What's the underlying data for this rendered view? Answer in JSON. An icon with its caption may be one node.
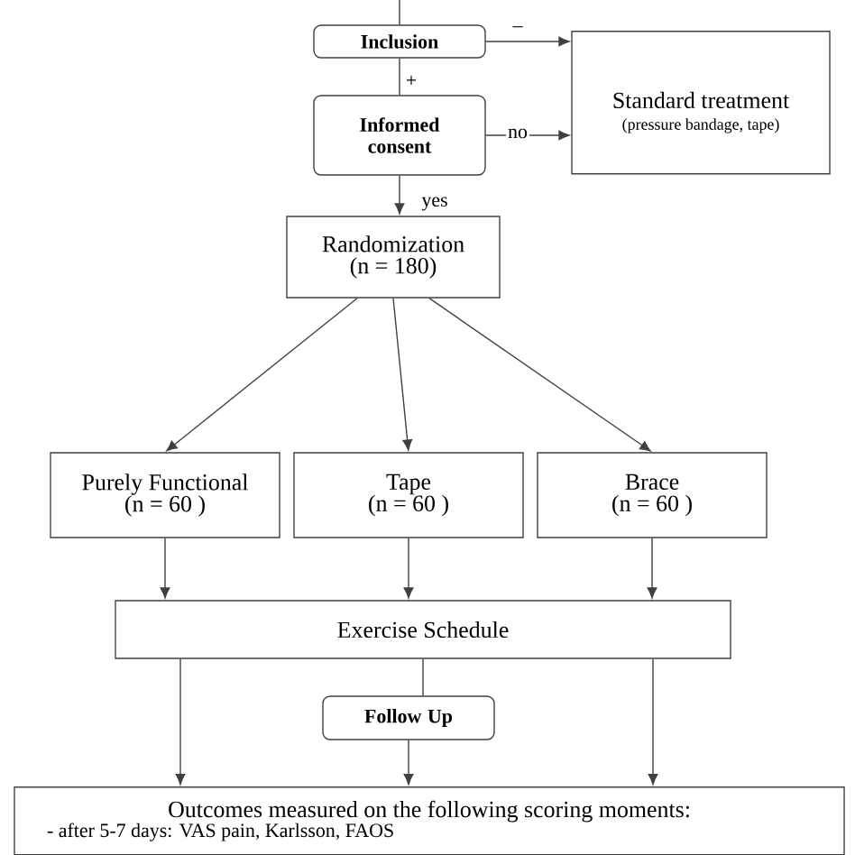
{
  "diagram": {
    "nodes": [
      {
        "text": [
          "Inclusion"
        ]
      },
      {
        "text": [
          "Standard treatment",
          "(pressure bandage, tape)"
        ]
      },
      {
        "text": [
          "Informed consent"
        ]
      },
      {
        "text": [
          "Randomization",
          "(n = 180)"
        ]
      },
      {
        "text": [
          "Purely Functional",
          "(n = 60 )"
        ]
      },
      {
        "text": [
          "Tape",
          "(n = 60 )"
        ]
      },
      {
        "text": [
          "Brace",
          "(n = 60 )"
        ]
      },
      {
        "text": [
          "Exercise Schedule"
        ]
      },
      {
        "text": [
          "Follow Up"
        ]
      },
      {
        "text": [
          "Outcomes measured on the following scoring moments:",
          "- after 5-7 days: VAS pain, Karlsson, FAOS"
        ]
      }
    ],
    "edges": [
      {
        "from": null,
        "to": 0,
        "arrow": "none"
      },
      {
        "from": 0,
        "to": 1,
        "arrow": "to",
        "label": "–"
      },
      {
        "from": 0,
        "to": 2,
        "arrow": "none",
        "label": "+"
      },
      {
        "from": 2,
        "to": 1,
        "arrow": "to",
        "label": "no"
      },
      {
        "from": 2,
        "to": 3,
        "arrow": "to",
        "label": "yes"
      },
      {
        "from": 3,
        "to": 4,
        "arrow": "to"
      },
      {
        "from": 3,
        "to": 5,
        "arrow": "to"
      },
      {
        "from": 3,
        "to": 6,
        "arrow": "to"
      },
      {
        "from": 4,
        "to": 7,
        "arrow": "to"
      },
      {
        "from": 5,
        "to": 7,
        "arrow": "to"
      },
      {
        "from": 6,
        "to": 7,
        "arrow": "to"
      },
      {
        "from": 7,
        "to": 8,
        "arrow": "none"
      },
      {
        "from": 8,
        "to": 9,
        "arrow": "to"
      },
      {
        "from": 7,
        "to": 9,
        "arrow": "to"
      },
      {
        "from": 7,
        "to": 9,
        "arrow": "to"
      }
    ]
  }
}
